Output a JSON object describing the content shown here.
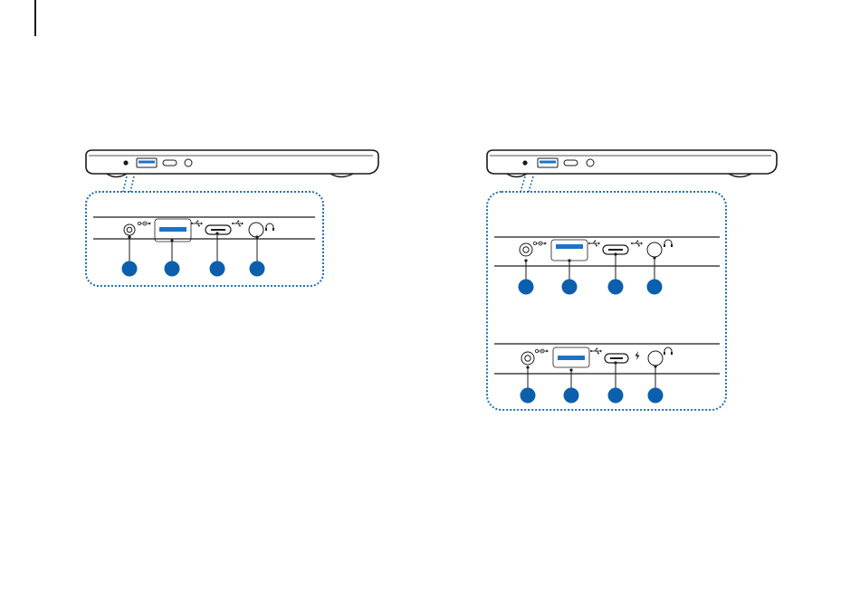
{
  "colors": {
    "outline": "#1a1a1a",
    "accent_blue": "#0b5fad",
    "dotted_border": "#1f6fb5",
    "usb_blue": "#1a73c8"
  },
  "icons": {
    "dc_in": "dc-power-symbol-icon",
    "usb": "usb-symbol-icon",
    "thunderbolt": "thunderbolt-icon",
    "headphone": "headphone-icon"
  },
  "figures": [
    {
      "name": "left-figure",
      "callouts": [
        "",
        "",
        "",
        ""
      ]
    },
    {
      "name": "right-figure-variant-a",
      "callouts": [
        "",
        "",
        "",
        ""
      ]
    },
    {
      "name": "right-figure-variant-b",
      "callouts": [
        "",
        "",
        "",
        ""
      ]
    }
  ]
}
